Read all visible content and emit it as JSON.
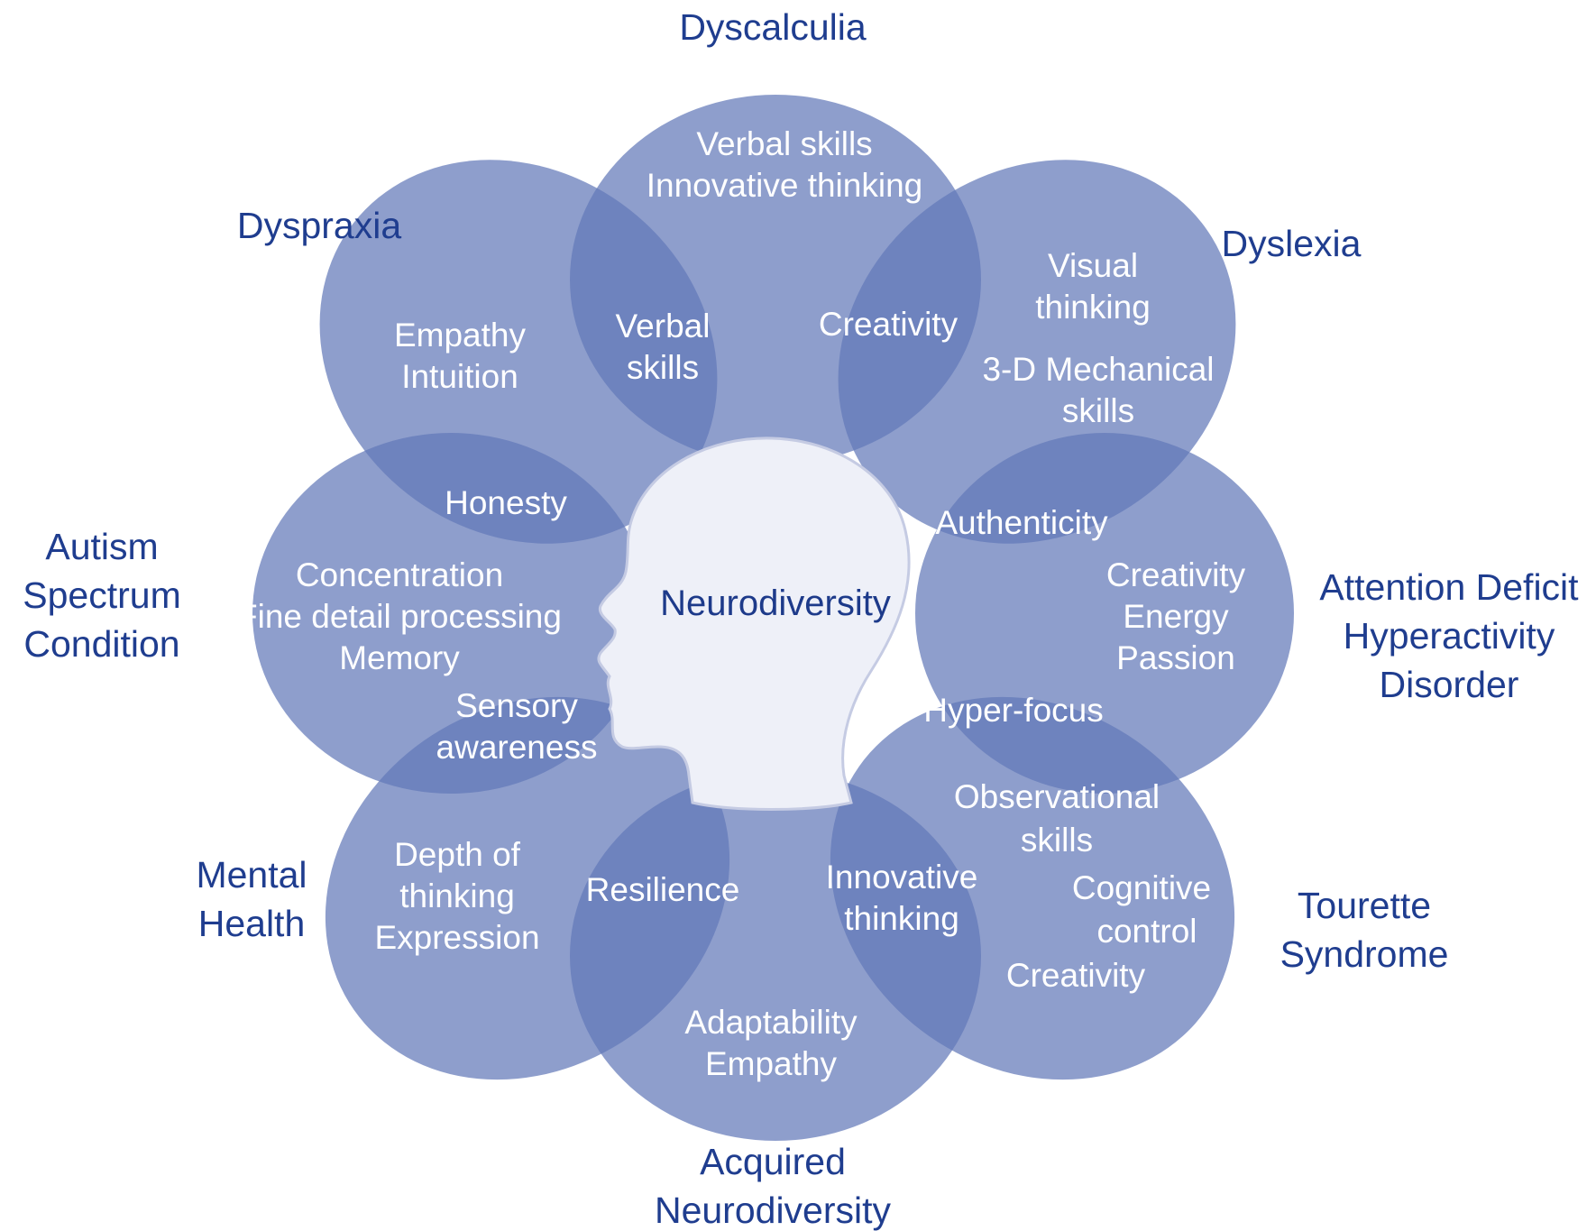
{
  "colors": {
    "petal": "#6378b8",
    "petal_opacity": 0.72,
    "head_fill": "#eef0f8",
    "head_stroke": "#c5cbe3",
    "outer_text": "#1f3d8f",
    "petal_text": "#ffffff",
    "center_text": "#1d3a8a",
    "background": "#ffffff"
  },
  "center": {
    "label": "Neurodiversity",
    "icon": "human-head-silhouette-icon"
  },
  "conditions": {
    "dyscalculia": [
      "Dyscalculia"
    ],
    "dyslexia": [
      "Dyslexia"
    ],
    "adhd": [
      "Attention Deficit",
      "Hyperactivity",
      "Disorder"
    ],
    "tourette": [
      "Tourette",
      "Syndrome"
    ],
    "acquired": [
      "Acquired",
      "Neurodiversity"
    ],
    "mental_health": [
      "Mental",
      "Health"
    ],
    "autism": [
      "Autism",
      "Spectrum",
      "Condition"
    ],
    "dyspraxia": [
      "Dyspraxia"
    ]
  },
  "strengths": {
    "dyscalculia": [
      "Verbal skills",
      "Innovative thinking"
    ],
    "dyslexia": [
      "Visual",
      "thinking",
      "3-D Mechanical",
      "skills"
    ],
    "adhd": [
      "Creativity",
      "Energy",
      "Passion"
    ],
    "tourette": [
      "Observational",
      "skills",
      "Cognitive",
      "control",
      "Creativity"
    ],
    "acquired": [
      "Adaptability",
      "Empathy"
    ],
    "mental_health": [
      "Depth of",
      "thinking",
      "Expression"
    ],
    "autism": [
      "Concentration",
      "Fine detail processing",
      "Memory"
    ],
    "dyspraxia": [
      "Empathy",
      "Intuition"
    ]
  },
  "shared": {
    "dyspraxia_dyscalculia": [
      "Verbal",
      "skills"
    ],
    "dyscalculia_dyslexia": [
      "Creativity"
    ],
    "dyslexia_adhd": [
      "Authenticity"
    ],
    "adhd_tourette": [
      "Hyper-focus"
    ],
    "tourette_acquired": [
      "Innovative",
      "thinking"
    ],
    "acquired_mental_health": [
      "Resilience"
    ],
    "mental_health_autism": [
      "Sensory",
      "awareness"
    ],
    "autism_dyspraxia": [
      "Honesty"
    ]
  }
}
